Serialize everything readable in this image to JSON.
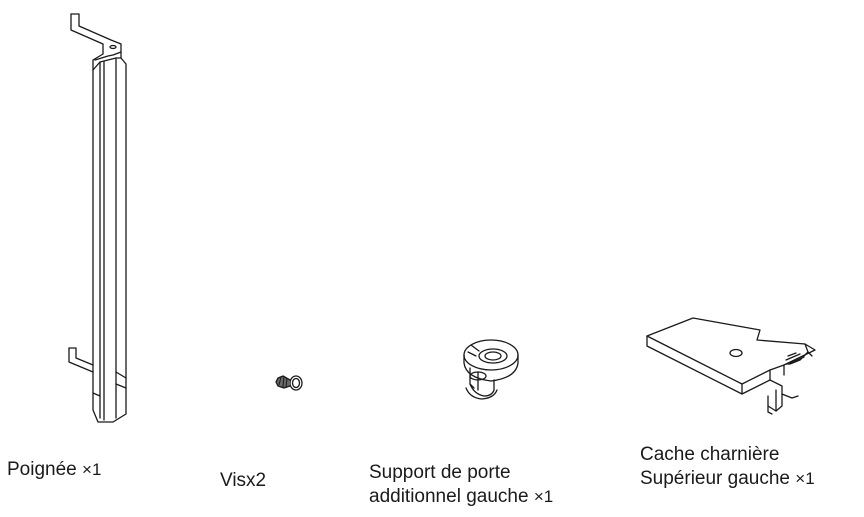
{
  "parts": [
    {
      "name": "Poignée",
      "qty": "×1"
    },
    {
      "name": "Visx2"
    },
    {
      "line1": "Support de porte",
      "line2_main": "additionnel gauche",
      "qty": "×1"
    },
    {
      "line1": "Cache charnière",
      "line2_main": "Supérieur gauche",
      "qty": "×1"
    }
  ],
  "colors": {
    "line": "#1a1a1a",
    "background": "#ffffff"
  }
}
